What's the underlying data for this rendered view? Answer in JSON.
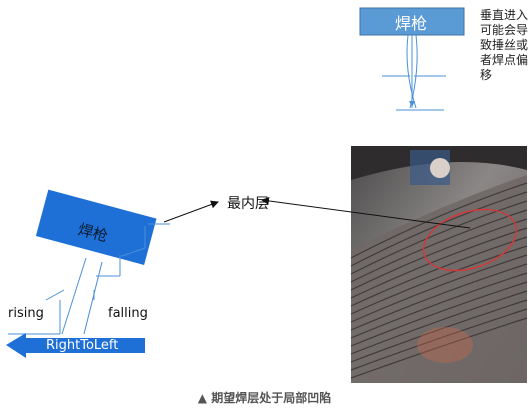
{
  "torch_label_top": "焊枪",
  "torch_label_left": "焊枪",
  "vertical_note": "垂直进入可能会导致捶丝或者焊点偏移",
  "innermost_layer": "最内层",
  "rising": "rising",
  "falling": "falling",
  "right_to_left": "RightToLeft",
  "caption": "▲ 期望焊层处于局部凹陷",
  "colors": {
    "torch_blue": "#1e6fd6",
    "top_box": "#5b9bd5",
    "line_blue": "#4a90d9",
    "red_circle": "#d23a3a"
  }
}
